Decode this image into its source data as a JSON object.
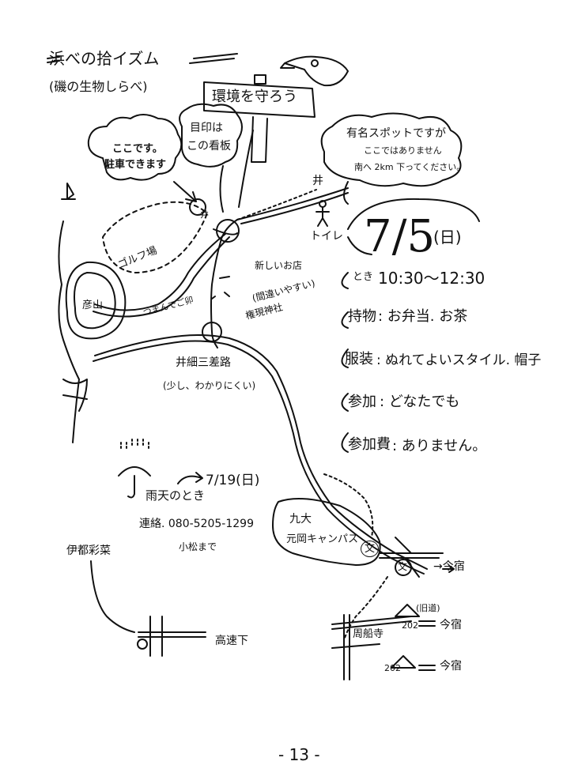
{
  "header": {
    "title": "浜べの拾イズム",
    "subtitle": "(磯の生物しらべ)"
  },
  "signboard": {
    "text": "環境を守ろう"
  },
  "callouts": {
    "landmark": [
      "目印は",
      "この看板"
    ],
    "parking": [
      "ここです。",
      "駐車できます"
    ],
    "famous": [
      "有名スポットですが",
      "ここではありません",
      "南へ 2km 下ってください。"
    ]
  },
  "map_labels": {
    "toilet": "トイレ",
    "golf": "ゴルフ場",
    "mountain": "彦山",
    "new_shop": "新しいお店",
    "tsumande": "つまんでご卯",
    "mistake": "(間違いやすい)",
    "shrine": "権現神社",
    "junction": "井細三差路",
    "junction_note": "(少し、わかりにくい)",
    "shrine_mark": "井",
    "campus": [
      "九大",
      "元岡キャンパス"
    ],
    "school_mark": "文",
    "imajuku1": "→今宿",
    "imajuku_old": "(旧道)",
    "route_202a": "202",
    "imajuku2": "今宿",
    "route_202b": "202",
    "imajuku3": "今宿",
    "shuufukuji": "周船寺",
    "itosaisai": "伊都彩菜",
    "koosoku": "高速下"
  },
  "event": {
    "date": "7/5",
    "day": "(日)",
    "time_label": "とき",
    "time_value": "10:30〜12:30",
    "items_label": "持物",
    "items_value": ": お弁当. お茶",
    "clothes_label": "服装",
    "clothes_value": ": ぬれてよいスタイル. 帽子",
    "participants_label": "参加",
    "participants_value": ": どなたでも",
    "fee_label": "参加費",
    "fee_value": ": ありません。"
  },
  "rain": {
    "label": "雨天のとき",
    "arrow_date": "7/19(日)",
    "contact": "連絡. 080-5205-1299",
    "contact_person": "小松まで"
  },
  "page_number": "- 13 -"
}
